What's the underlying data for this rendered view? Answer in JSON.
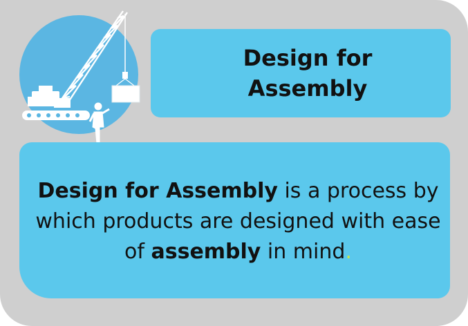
{
  "title": {
    "line1": "Design for",
    "line2": "Assembly"
  },
  "body": {
    "term": "Design for Assembly",
    "rest1": " is a process by which products are designed with ease of ",
    "keyword": "assembly",
    "rest2": " in mind",
    "period": "."
  },
  "icon": {
    "name": "crane-construction-icon"
  },
  "colors": {
    "card_bg": "#cfcfcf",
    "box_bg": "#5bc8ec",
    "circle_bg": "#5bb6e2",
    "text": "#111111",
    "accent_dot": "#c8e84a"
  }
}
